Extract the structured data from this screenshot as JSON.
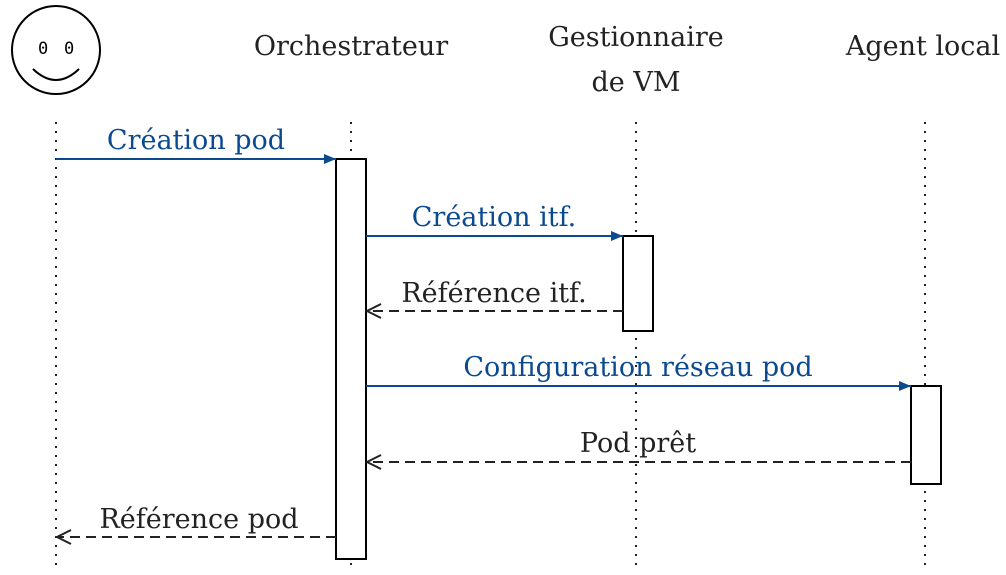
{
  "diagram": {
    "type": "sequence-diagram",
    "colors": {
      "request": "#0b4a8f",
      "response": "#222222",
      "lifeline": "#222222"
    },
    "participants": [
      {
        "id": "user",
        "icon": "smiley-face-icon",
        "label": ""
      },
      {
        "id": "orchestrator",
        "label": "Orchestrateur"
      },
      {
        "id": "vm_manager",
        "label_line1": "Gestionnaire",
        "label_line2": "de VM"
      },
      {
        "id": "local_agent",
        "label": "Agent local"
      }
    ],
    "messages": [
      {
        "from": "user",
        "to": "orchestrator",
        "label": "Création pod",
        "kind": "request"
      },
      {
        "from": "orchestrator",
        "to": "vm_manager",
        "label": "Création itf.",
        "kind": "request"
      },
      {
        "from": "vm_manager",
        "to": "orchestrator",
        "label": "Référence itf.",
        "kind": "response"
      },
      {
        "from": "orchestrator",
        "to": "local_agent",
        "label": "Configuration réseau pod",
        "kind": "request"
      },
      {
        "from": "local_agent",
        "to": "orchestrator",
        "label": "Pod prêt",
        "kind": "response"
      },
      {
        "from": "orchestrator",
        "to": "user",
        "label": "Référence pod",
        "kind": "response"
      }
    ]
  }
}
